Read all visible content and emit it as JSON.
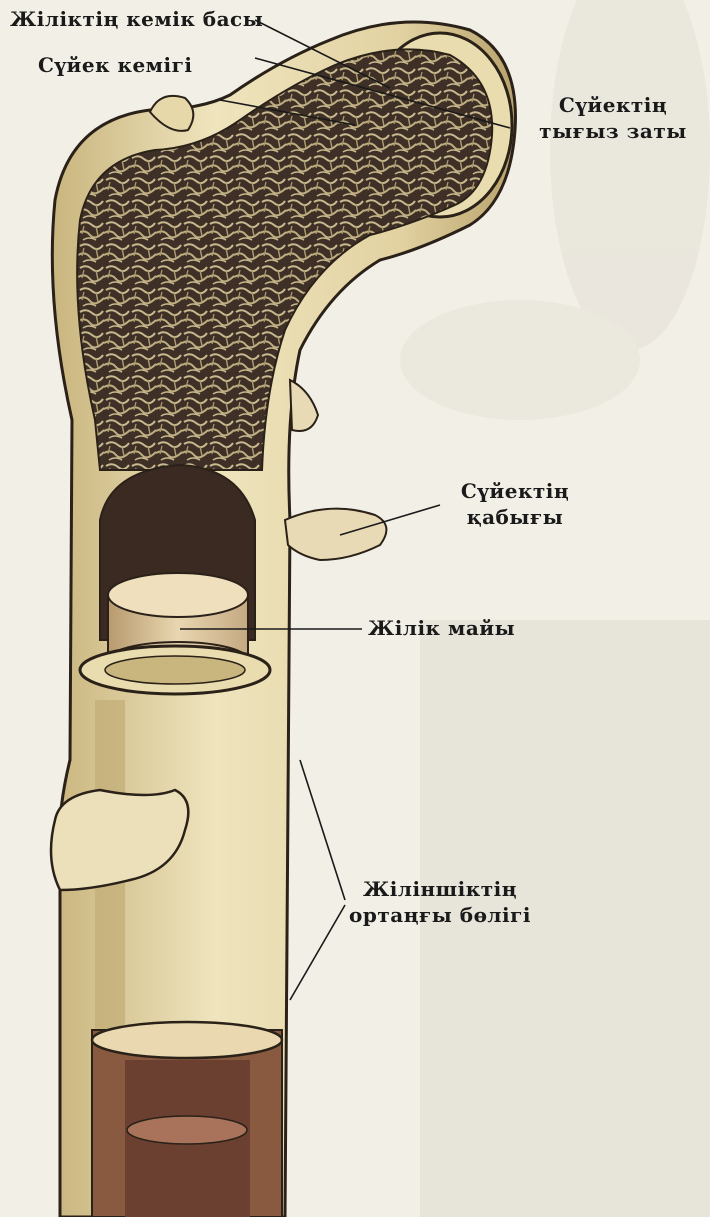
{
  "diagram": {
    "labels": {
      "head": "Жіліктің кемік басы",
      "marrow": "Сүйек кемігі",
      "compact_line1": "Сүйектің",
      "compact_line2": "тығыз заты",
      "periosteum_line1": "Сүйектің",
      "periosteum_line2": "қабығы",
      "yellow_marrow": "Жілік майы",
      "shaft_line1": "Жіліншіктің",
      "shaft_line2": "ортаңғы бөлігі"
    }
  },
  "colors": {
    "background": "#f2efe6",
    "bone_surface": "#e6d8a8",
    "bone_shadow": "#c9b57e",
    "spongy": "#4a3a2e",
    "cavity": "#3a2a22",
    "fat": "#d8c49a",
    "outline": "#2a2118"
  }
}
